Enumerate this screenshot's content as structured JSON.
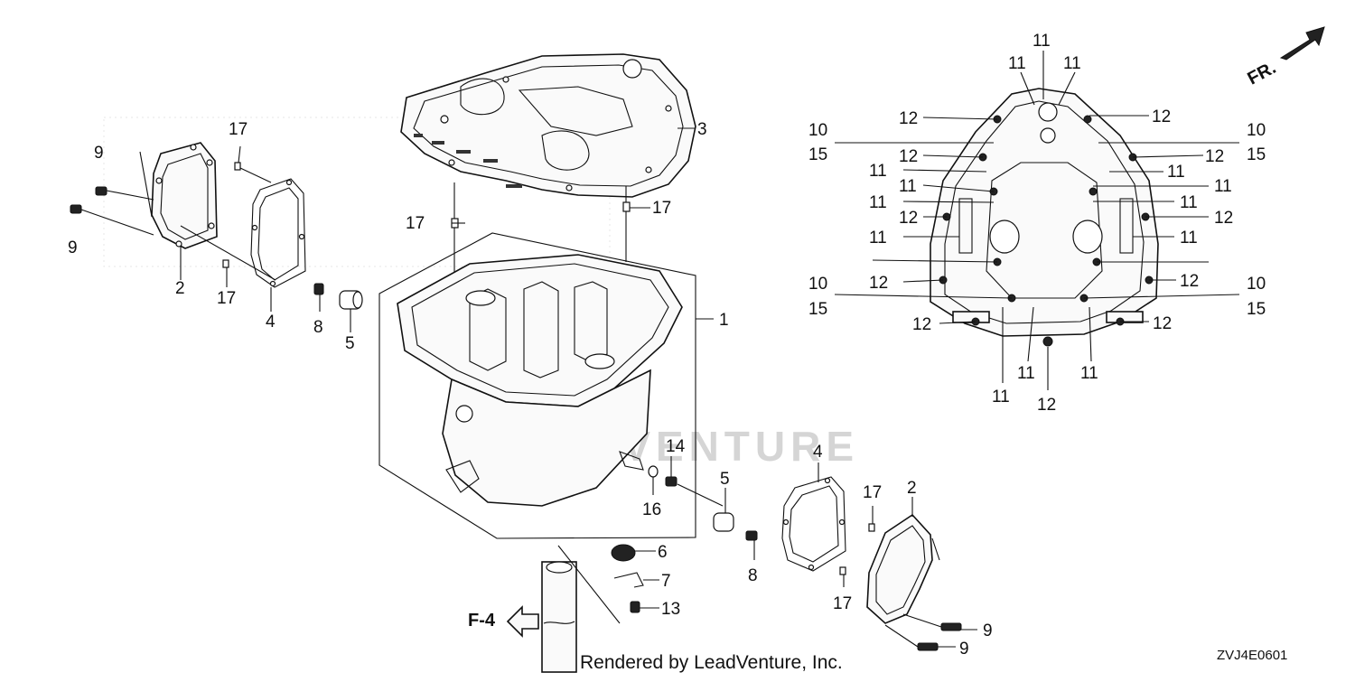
{
  "diagram": {
    "code": "ZVJ4E0601",
    "credit": "Rendered by LeadVenture, Inc.",
    "ref_label": "F-4",
    "front_label": "FR.",
    "watermark_text": "LEADVENTURE",
    "callouts": {
      "c1": "1",
      "c2a": "2",
      "c2b": "2",
      "c3": "3",
      "c4a": "4",
      "c4b": "4",
      "c5a": "5",
      "c5b": "5",
      "c6": "6",
      "c7": "7",
      "c8a": "8",
      "c8b": "8",
      "c9a": "9",
      "c9b": "9",
      "c9c": "9",
      "c9d": "9",
      "c13": "13",
      "c14": "14",
      "c16": "16",
      "c17a": "17",
      "c17b": "17",
      "c17c": "17",
      "c17d": "17",
      "c17e": "17",
      "c17f": "17"
    },
    "bolt_callouts": {
      "top": [
        "11",
        "11",
        "11"
      ],
      "left": [
        "12",
        "10",
        "15",
        "12",
        "11",
        "11",
        "12",
        "11",
        "11",
        "10",
        "12",
        "15",
        "12"
      ],
      "right": [
        "12",
        "10",
        "15",
        "12",
        "11",
        "11",
        "12",
        "11",
        "11",
        "12",
        "10",
        "15",
        "12"
      ],
      "bottom": [
        "11",
        "11",
        "11",
        "12"
      ]
    }
  }
}
